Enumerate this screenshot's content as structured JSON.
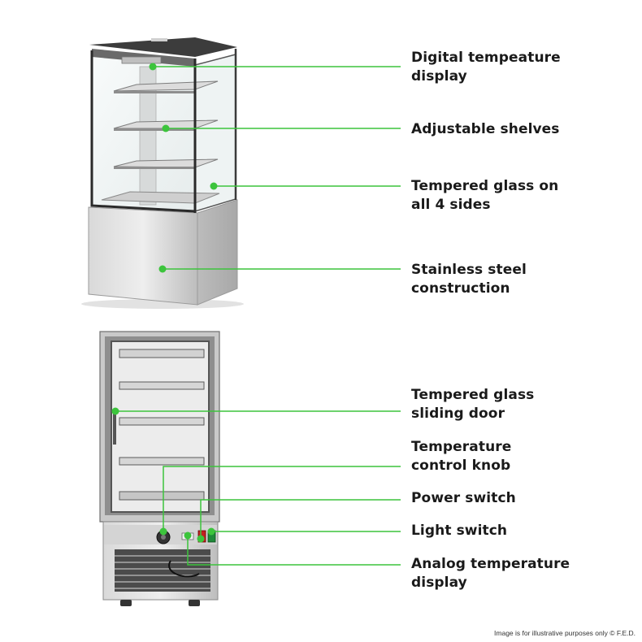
{
  "callouts": [
    {
      "id": "digital-temperature-display",
      "lines": [
        "Digital tempeature",
        "display"
      ]
    },
    {
      "id": "adjustable-shelves",
      "lines": [
        "Adjustable shelves"
      ]
    },
    {
      "id": "tempered-glass-sides",
      "lines": [
        "Tempered glass on",
        "all 4 sides"
      ]
    },
    {
      "id": "stainless-steel-construction",
      "lines": [
        "Stainless steel",
        "construction"
      ]
    },
    {
      "id": "tempered-glass-sliding-door",
      "lines": [
        "Tempered glass",
        "sliding door"
      ]
    },
    {
      "id": "temperature-control-knob",
      "lines": [
        "Temperature",
        "control knob"
      ]
    },
    {
      "id": "power-switch",
      "lines": [
        "Power switch"
      ]
    },
    {
      "id": "light-switch",
      "lines": [
        "Light switch"
      ]
    },
    {
      "id": "analog-temperature-display",
      "lines": [
        "Analog temperature",
        "display"
      ]
    }
  ],
  "footnote": "Image is for illustrative purposes only  © F.E.D.",
  "colors": {
    "callout_line": "#3cc43c",
    "callout_dot": "#3cc43c",
    "text": "#1a1a1a"
  }
}
